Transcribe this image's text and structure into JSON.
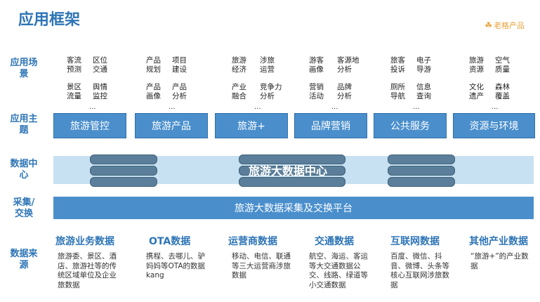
{
  "title": "应用框架",
  "brand": {
    "icon": "circle-logo-icon",
    "text": "老格产品"
  },
  "row_labels": {
    "scenes": "应用场景",
    "topics": "应用主题",
    "datacenter": "数据中心",
    "collect": "采集/交换",
    "sources": "数据来源"
  },
  "scenes": [
    {
      "items": [
        "客流预测",
        "区位交通",
        "景区流量",
        "舆情监控"
      ]
    },
    {
      "items": [
        "产品规划",
        "项目建设",
        "产品画像",
        "产品分析"
      ]
    },
    {
      "items": [
        "旅游经济",
        "涉旅运营",
        "产业融合",
        "竞争力分析"
      ]
    },
    {
      "items": [
        "游客画像",
        "客源地分析",
        "营销活动",
        "品牌分析"
      ]
    },
    {
      "items": [
        "旅客投诉",
        "电子导游",
        "厕所导航",
        "信息查询"
      ]
    },
    {
      "items": [
        "旅游资源",
        "空气质量",
        "文化遗产",
        "森林覆盖"
      ]
    }
  ],
  "dots": "...",
  "topics": [
    "旅游管控",
    "旅游产品",
    "旅游+",
    "品牌营销",
    "公共服务",
    "资源与环境"
  ],
  "datacenter_label": "旅游大数据中心",
  "collect_label": "旅游大数据采集及交换平台",
  "sources": [
    {
      "title": "旅游业务数据",
      "desc": "旅游委、景区、酒店、旅游社等的传统区域单位及企业旅数据"
    },
    {
      "title": "OTA数据",
      "desc": "携程、去哪儿、驴妈妈等OTA的数据kang"
    },
    {
      "title": "运营商数据",
      "desc": "移动、电信、联通等三大运营商涉旅数据"
    },
    {
      "title": "交通数据",
      "desc": "航空、海运、客运等大交通数据公交、线路、绿道等小交通数据"
    },
    {
      "title": "互联网数据",
      "desc": "百度、微信、抖音、微博、头条等核心互联网涉旅数据"
    },
    {
      "title": "其他产业数据",
      "desc": "“旅游+”的产业数据"
    }
  ]
}
